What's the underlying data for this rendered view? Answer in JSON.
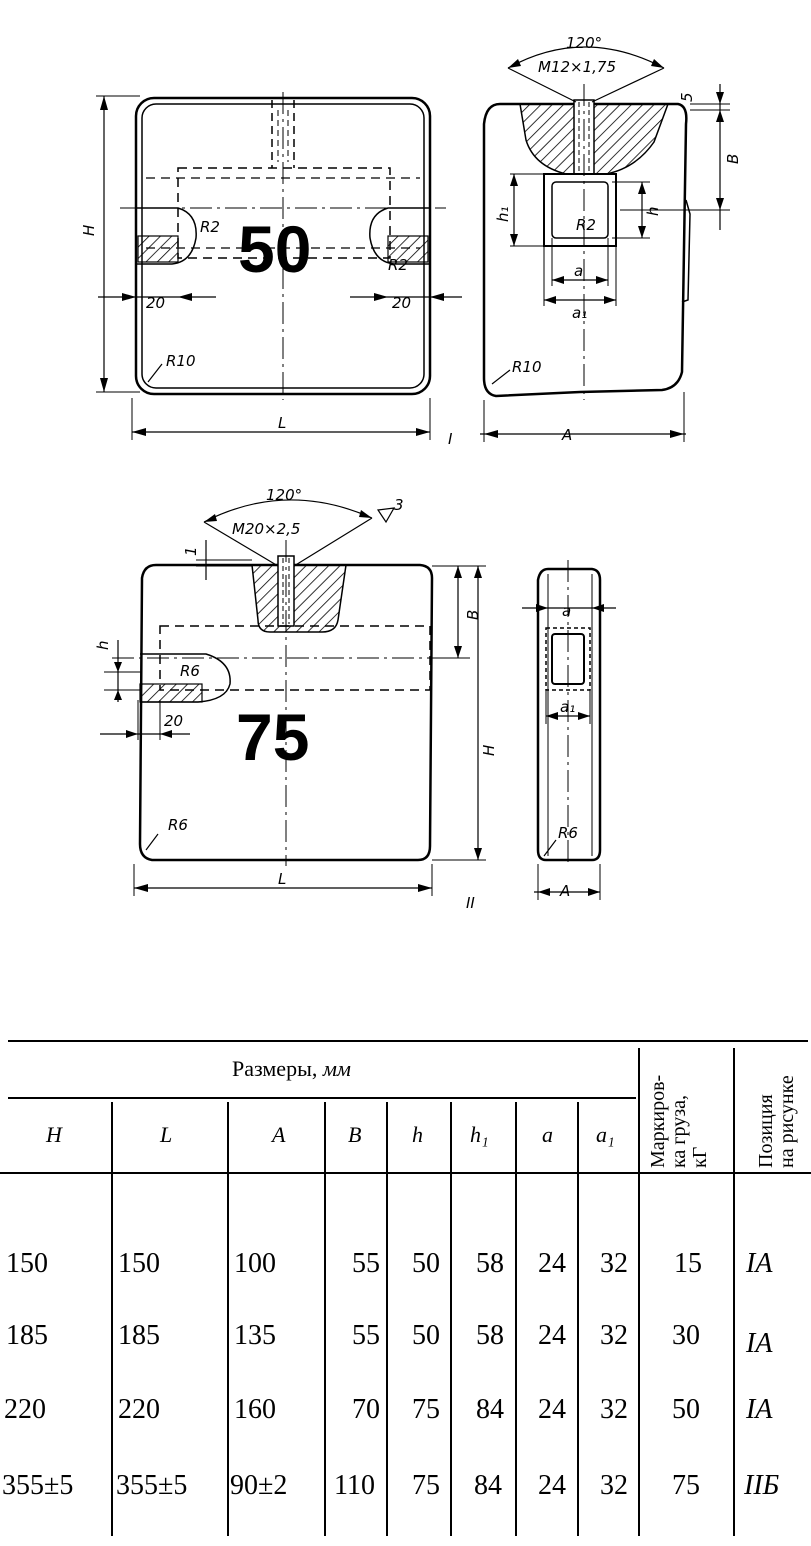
{
  "figure": {
    "fig1": {
      "marking": "50",
      "angle": "120°",
      "thread": "M12×1,75",
      "dim_top": "5",
      "radius_inner": "R2",
      "radius_inner2": "R2",
      "radius_inner3": "R2",
      "radius_outer": "R10",
      "radius_outer2": "R10",
      "slot_width": "20",
      "slot_width2": "20",
      "H": "H",
      "L": "L",
      "A": "A",
      "B": "B",
      "h": "h",
      "h1": "h₁",
      "a": "a",
      "a1": "a₁",
      "position": "I"
    },
    "fig2": {
      "marking": "75",
      "angle": "120°",
      "thread": "M20×2,5",
      "weld": "3",
      "dim_top": "1",
      "radius_inner": "R6",
      "radius_outer": "R6",
      "radius_outer2": "R6",
      "slot_width": "20",
      "H": "H",
      "L": "L",
      "A": "A",
      "B": "B",
      "h": "h",
      "a": "a",
      "a1": "a₁",
      "position": "II"
    }
  },
  "table": {
    "group_header": "Размеры,",
    "group_unit": "мм",
    "columns": [
      "H",
      "L",
      "A",
      "B",
      "h",
      "h₁",
      "a",
      "a₁"
    ],
    "marking_header": "Маркиров-\nка груза,\nкГ",
    "position_header": "Позиция\nна рисунке",
    "rows": [
      {
        "H": "150",
        "L": "150",
        "A": "100",
        "B": "55",
        "h": "50",
        "h1": "58",
        "a": "24",
        "a1": "32",
        "mark": "15",
        "pos": "IA"
      },
      {
        "H": "185",
        "L": "185",
        "A": "135",
        "B": "55",
        "h": "50",
        "h1": "58",
        "a": "24",
        "a1": "32",
        "mark": "30",
        "pos": "IA"
      },
      {
        "H": "220",
        "L": "220",
        "A": "160",
        "B": "70",
        "h": "75",
        "h1": "84",
        "a": "24",
        "a1": "32",
        "mark": "50",
        "pos": "IA"
      },
      {
        "H": "355±5",
        "L": "355±5",
        "A": "90±2",
        "B": "110",
        "h": "75",
        "h1": "84",
        "a": "24",
        "a1": "32",
        "mark": "75",
        "pos": "IIБ"
      }
    ]
  }
}
